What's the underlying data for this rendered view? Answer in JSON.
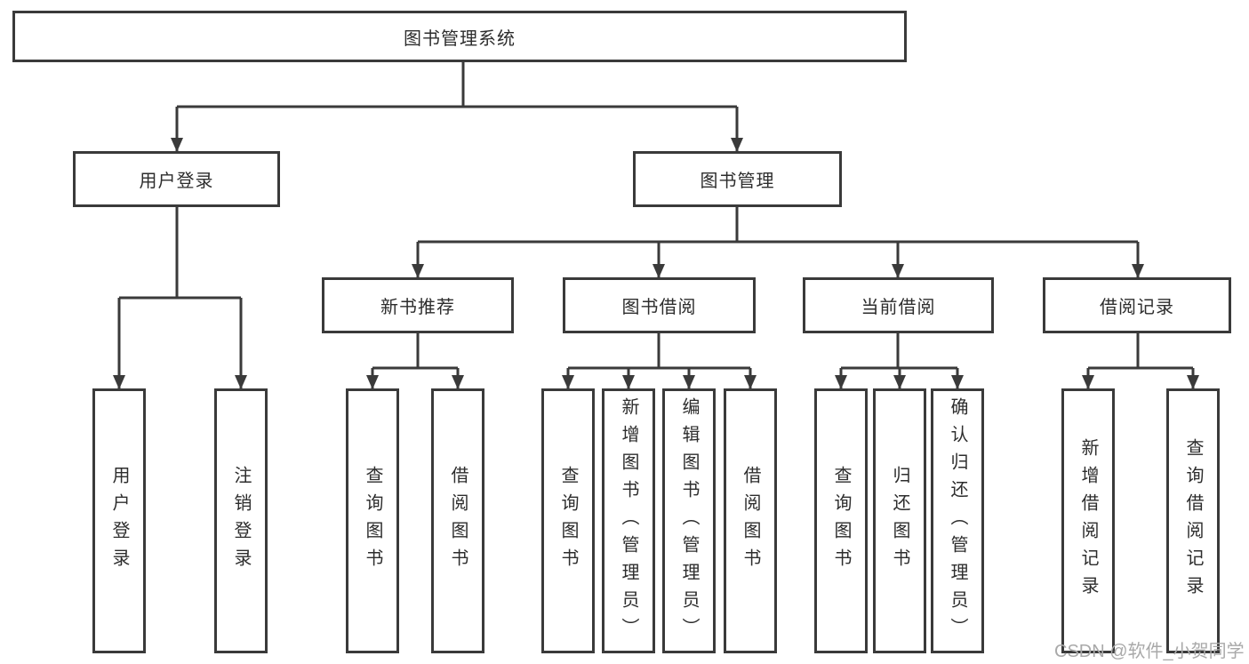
{
  "tree": {
    "label": "图书管理系统",
    "children": [
      {
        "label": "用户登录",
        "children": [
          {
            "label": "用户登录"
          },
          {
            "label": "注销登录"
          }
        ]
      },
      {
        "label": "图书管理",
        "children": [
          {
            "label": "新书推荐",
            "children": [
              {
                "label": "查询图书"
              },
              {
                "label": "借阅图书"
              }
            ]
          },
          {
            "label": "图书借阅",
            "children": [
              {
                "label": "查询图书"
              },
              {
                "label": "新增图书（管理员）"
              },
              {
                "label": "编辑图书（管理员）"
              },
              {
                "label": "借阅图书"
              }
            ]
          },
          {
            "label": "当前借阅",
            "children": [
              {
                "label": "查询图书"
              },
              {
                "label": "归还图书"
              },
              {
                "label": "确认归还（管理员）"
              }
            ]
          },
          {
            "label": "借阅记录",
            "children": [
              {
                "label": "新增借阅记录"
              },
              {
                "label": "查询借阅记录"
              }
            ]
          }
        ]
      }
    ]
  },
  "watermark": {
    "text": "CSDN @软件_小贺同学"
  },
  "colors": {
    "line": "#3a3a3a",
    "text": "#2d2d2d",
    "watermark": "#a9a9a9",
    "background": "#ffffff"
  }
}
